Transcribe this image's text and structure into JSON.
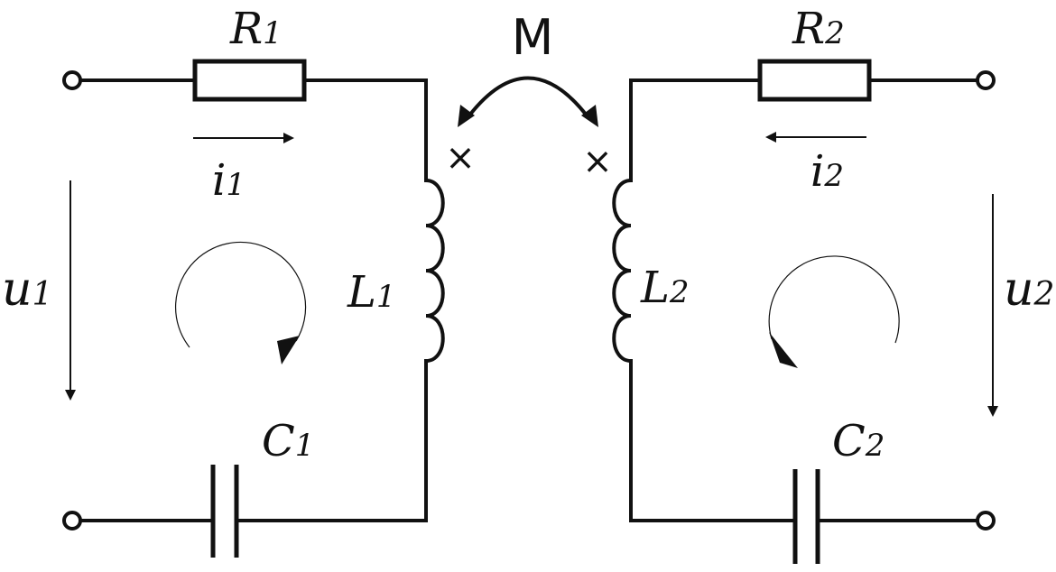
{
  "labels": {
    "mutual": "M",
    "r1": {
      "main": "R",
      "sub": "1"
    },
    "r2": {
      "main": "R",
      "sub": "2"
    },
    "l1": {
      "main": "L",
      "sub": "1"
    },
    "l2": {
      "main": "L",
      "sub": "2"
    },
    "c1": {
      "main": "C",
      "sub": "1"
    },
    "c2": {
      "main": "C",
      "sub": "2"
    },
    "i1": {
      "main": "i",
      "sub": "1"
    },
    "i2": {
      "main": "i",
      "sub": "2"
    },
    "u1": {
      "main": "u",
      "sub": "1"
    },
    "u2": {
      "main": "u",
      "sub": "2"
    }
  },
  "dot_marker": "×"
}
